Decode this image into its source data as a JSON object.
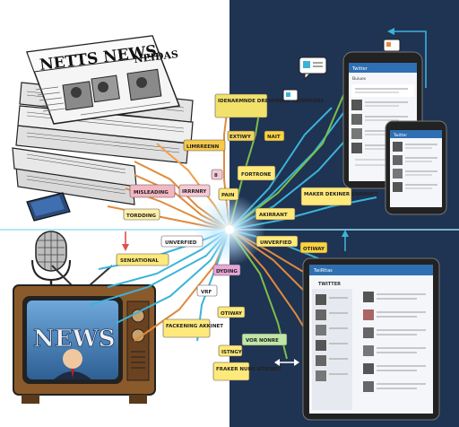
{
  "colors": {
    "left_bg": "#ffffff",
    "right_bg": "#1f3352",
    "line_cyan": "#3bb3d9",
    "line_orange": "#e08a3c",
    "line_green": "#7bbf4a",
    "accent_blue": "#2f6fb3"
  },
  "newspaper": {
    "masthead": "NETTS NEWS",
    "masthead_right": "NEIDAS",
    "icon": "newspaper-stack-icon"
  },
  "tv": {
    "screen_text": "NEWS",
    "icon": "retro-tv-icon"
  },
  "microphone": {
    "icon": "microphone-icon"
  },
  "tags": [
    {
      "text": "IDENARMNDE DREMINDER SDOMKSNS",
      "color": "#f2e26b"
    },
    {
      "text": "NAIT",
      "color": "#ffd23f"
    },
    {
      "text": "EXTIWY",
      "color": "#f4d35e"
    },
    {
      "text": "LIMRREENN",
      "color": "#f7c948"
    },
    {
      "text": "8",
      "color": "#f6c9d4"
    },
    {
      "text": "FORTRONE",
      "color": "#ffe97a"
    },
    {
      "text": "MISLEADING",
      "color": "#f4b6c2"
    },
    {
      "text": "IRRRNRY",
      "color": "#f6c9d4"
    },
    {
      "text": "PAIN",
      "color": "#ffe97a"
    },
    {
      "text": "MAKER DEKINER EORNNET",
      "color": "#ffe97a"
    },
    {
      "text": "TORDDING",
      "color": "#fff0a8"
    },
    {
      "text": "AKIRRANT",
      "color": "#ffe97a"
    },
    {
      "text": "UNVERFIED",
      "color": "#ffffff"
    },
    {
      "text": "UNVERFIED",
      "color": "#ffe97a"
    },
    {
      "text": "OTIWAY",
      "color": "#ffd23f"
    },
    {
      "text": "SENSATIONAL",
      "color": "#ffe97a"
    },
    {
      "text": "DYDING",
      "color": "#e8a6d8"
    },
    {
      "text": "VRF",
      "color": "#ffffff"
    },
    {
      "text": "OTIWAY",
      "color": "#ffe97a"
    },
    {
      "text": "FACKENING AKKINET",
      "color": "#ffe97a"
    },
    {
      "text": "VOR NONRE",
      "color": "#bfe6a6"
    },
    {
      "text": "ISTNGY",
      "color": "#ffe97a"
    },
    {
      "text": "FRAKER NUNE KOKINET",
      "color": "#ffe97a"
    }
  ],
  "tablet_top": {
    "header": "Twitter",
    "sub": "Buiues"
  },
  "tablet_bottom": {
    "header": "TWITTER",
    "topbar": "TwiRttas"
  },
  "phone": {
    "header": "Twitter"
  },
  "icons": [
    "chat-bubble-icon",
    "arrow-icon",
    "smartphone-icon",
    "tablet-icon",
    "profile-avatar-icon"
  ]
}
